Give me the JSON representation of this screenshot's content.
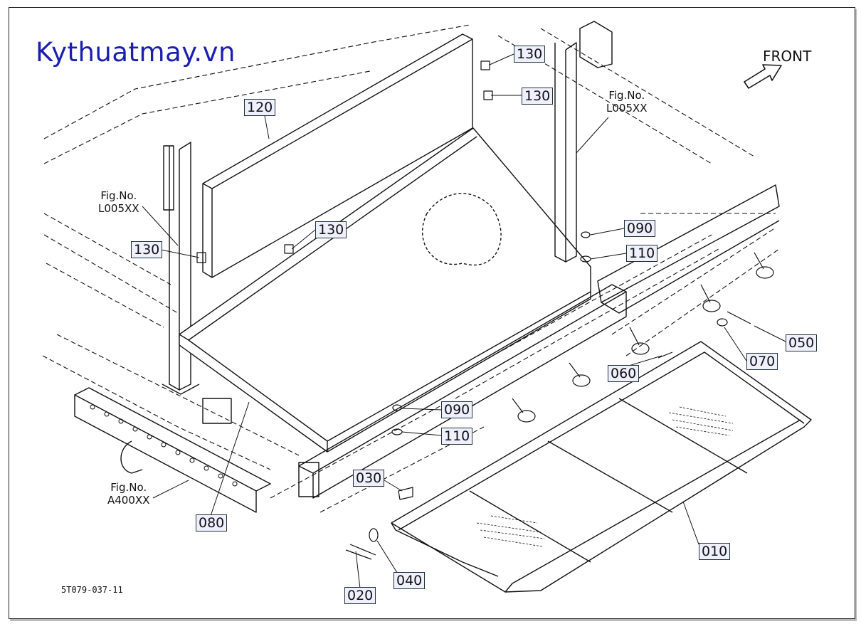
{
  "watermark": "Kythuatmay.vn",
  "direction_label": "FRONT",
  "drawing_number": "5T079-037-11",
  "figure_refs": {
    "fig_upper_right": {
      "line1": "Fig.No.",
      "line2": "L005XX"
    },
    "fig_left": {
      "line1": "Fig.No.",
      "line2": "L005XX"
    },
    "fig_lower_left": {
      "line1": "Fig.No.",
      "line2": "A400XX"
    }
  },
  "parts": {
    "p120": "120",
    "p130_top": "130",
    "p130_second": "130",
    "p130_center": "130",
    "p130_left": "130",
    "p090_upper": "090",
    "p110_upper": "110",
    "p050": "050",
    "p070": "070",
    "p060": "060",
    "p090_lower": "090",
    "p110_lower": "110",
    "p030": "030",
    "p080": "080",
    "p010": "010",
    "p040": "040",
    "p020": "020"
  }
}
